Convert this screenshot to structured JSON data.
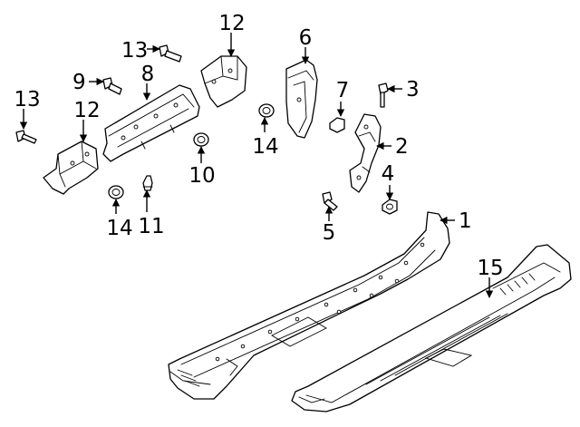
{
  "callouts": [
    {
      "id": "c1",
      "label": "1"
    },
    {
      "id": "c2",
      "label": "2"
    },
    {
      "id": "c3",
      "label": "3"
    },
    {
      "id": "c4",
      "label": "4"
    },
    {
      "id": "c5",
      "label": "5"
    },
    {
      "id": "c6",
      "label": "6"
    },
    {
      "id": "c7",
      "label": "7"
    },
    {
      "id": "c8",
      "label": "8"
    },
    {
      "id": "c9",
      "label": "9"
    },
    {
      "id": "c10",
      "label": "10"
    },
    {
      "id": "c11",
      "label": "11"
    },
    {
      "id": "c12a",
      "label": "12"
    },
    {
      "id": "c12b",
      "label": "12"
    },
    {
      "id": "c13a",
      "label": "13"
    },
    {
      "id": "c13b",
      "label": "13"
    },
    {
      "id": "c14a",
      "label": "14"
    },
    {
      "id": "c14b",
      "label": "14"
    },
    {
      "id": "c15",
      "label": "15"
    }
  ]
}
